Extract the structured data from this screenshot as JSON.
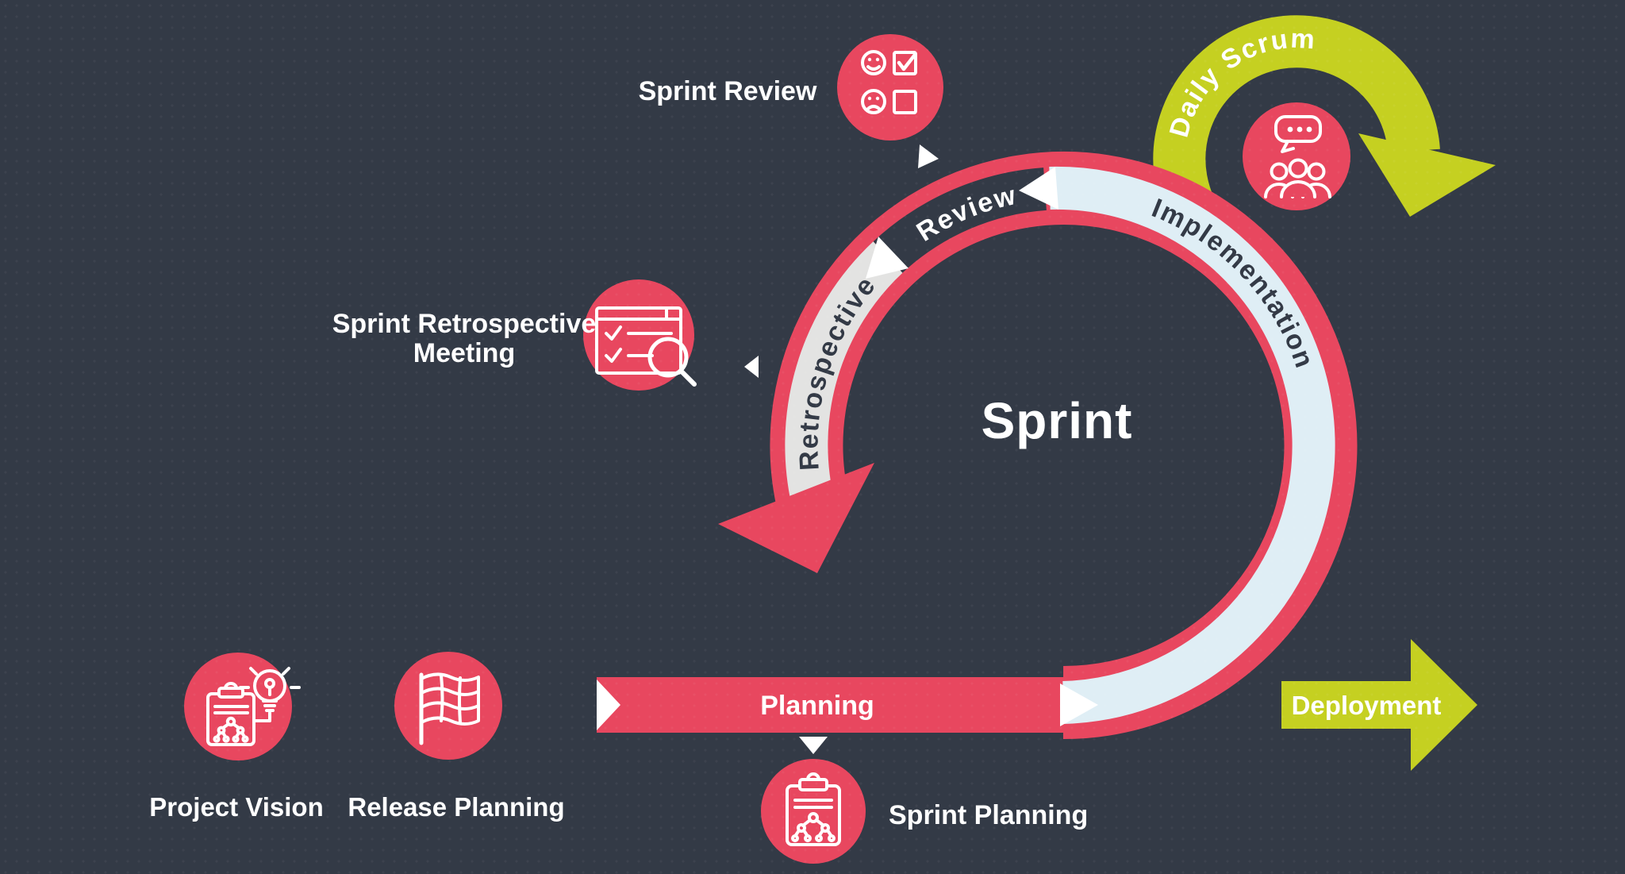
{
  "title": "Scrum sprint cycle diagram",
  "colors": {
    "background": "#333a46",
    "pink": "#e8475f",
    "yellow_green": "#c5d021",
    "light_blue": "#dfeef5",
    "light_gray": "#e3e3e2",
    "white": "#ffffff",
    "dark_text": "#333a46"
  },
  "sprint": {
    "center_label": "Sprint"
  },
  "ring_segments": {
    "planning": "Planning",
    "implementation": "Implementation",
    "review": "Review",
    "retrospective": "Retrospective"
  },
  "loops": {
    "daily_scrum": "Daily Scrum"
  },
  "outputs": {
    "deployment": "Deployment"
  },
  "callouts": {
    "sprint_review": {
      "label": "Sprint Review",
      "icon": "feedback-faces-checkbox-icon"
    },
    "sprint_retrospective": {
      "label_line1": "Sprint Retrospective",
      "label_line2": "Meeting",
      "icon": "checklist-magnifier-icon"
    },
    "daily_scrum": {
      "icon": "team-speech-bubble-icon"
    },
    "sprint_planning": {
      "label": "Sprint Planning",
      "icon": "clipboard-task-tree-icon"
    },
    "project_vision": {
      "label": "Project Vision",
      "icon": "clipboard-lightbulb-icon"
    },
    "release_planning": {
      "label": "Release Planning",
      "icon": "checkered-flag-icon"
    }
  }
}
